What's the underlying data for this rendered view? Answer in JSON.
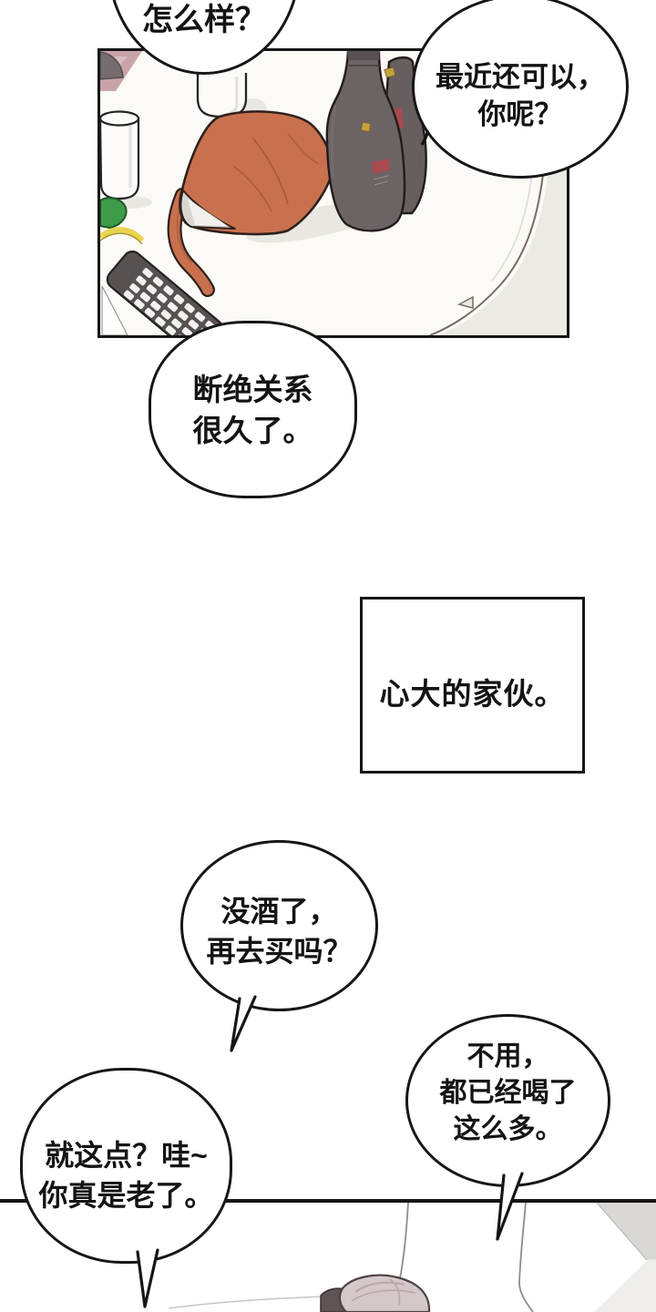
{
  "speech": {
    "b1": [
      "怎么样？"
    ],
    "b2": [
      "最近还可以，",
      "你呢？"
    ],
    "b3": [
      "断绝关系",
      "很久了。"
    ],
    "b4": [
      "没酒了，",
      "再去买吗？"
    ],
    "b5": [
      "不用，",
      "都已经喝了",
      "这么多。"
    ],
    "b6": [
      "就这点？哇~",
      "你真是老了。"
    ]
  },
  "narration": {
    "text": "心大的家伙。"
  },
  "colors": {
    "ink": "#161616",
    "paper": "#ffffff",
    "table_white": "#FBFAF7",
    "floor_beige": "#ECEAE3",
    "corner_pink": "#C8A4A9",
    "corner_dish_gray": "#756C6E",
    "pouch_orange": "#C9714F",
    "pouch_shadow": "#A85A3E",
    "pouch_lining": "#D9D5D0",
    "bottle_gray": "#6C6365",
    "bottle_label_red": "#A84A50",
    "bottle_label_gold": "#C5A13C",
    "remote_gray": "#585152",
    "remote_button_white": "#F2F1EF",
    "remote_button_blue": "#7FA9DC",
    "snack_green": "#3E9C49",
    "snack_yellow": "#E9D44F",
    "hair_pink_gray": "#D5C8CA",
    "hair_strand": "#B9A6AB",
    "couch_shadow_gray": "#DAD8D4"
  }
}
